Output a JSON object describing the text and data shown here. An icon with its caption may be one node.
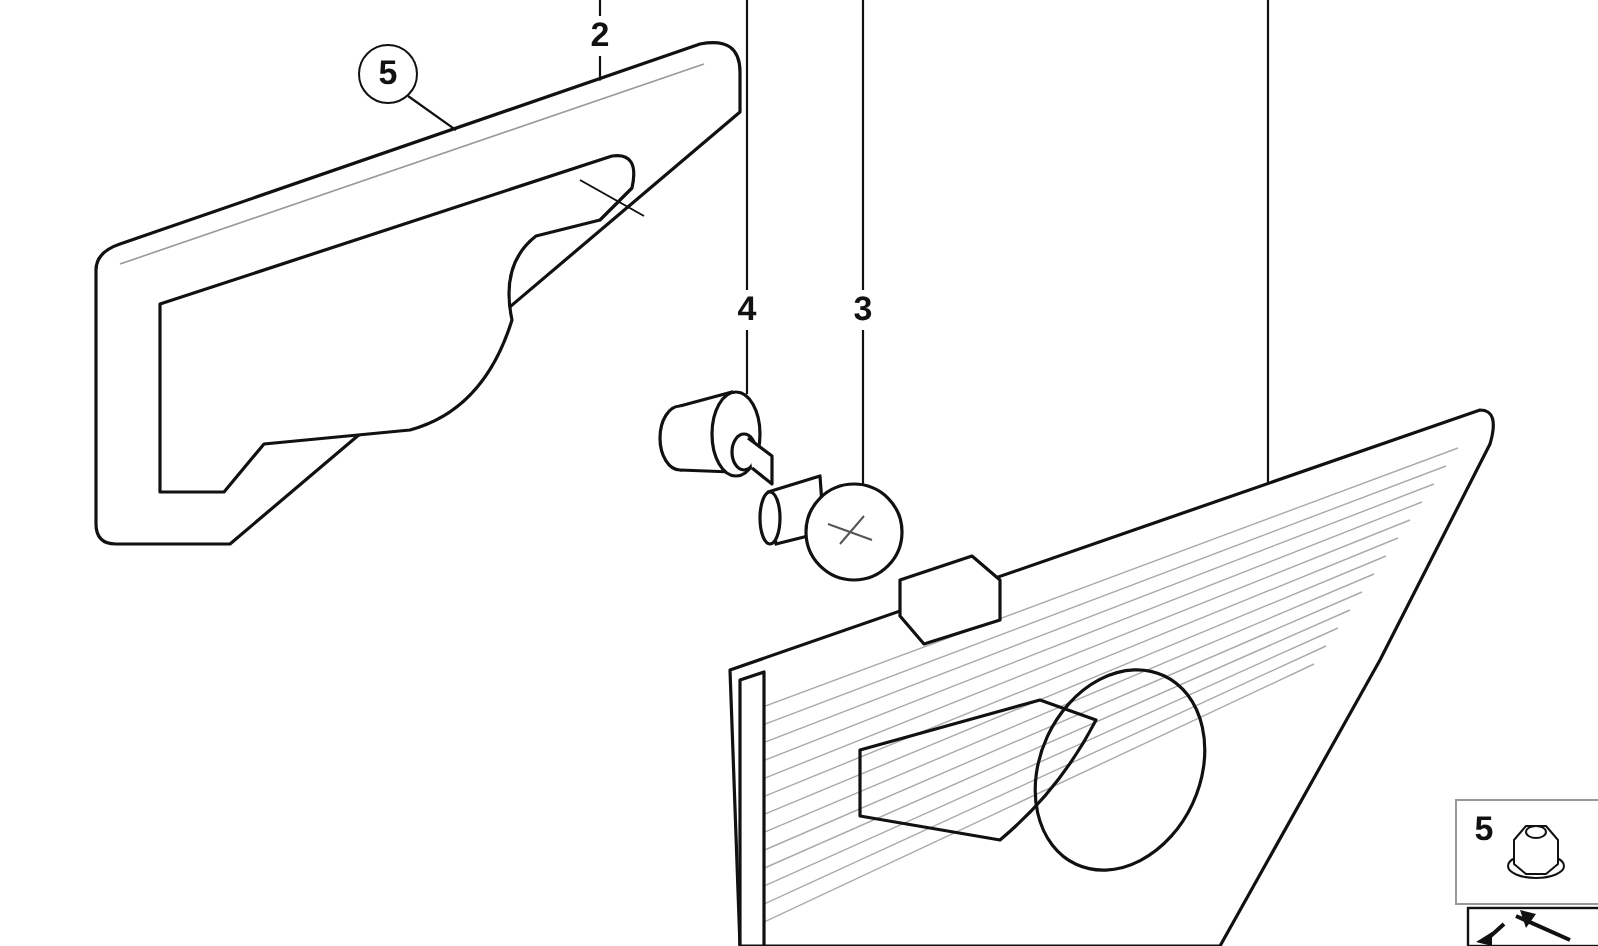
{
  "diagram": {
    "nodes": [
      {
        "text": [
          "5"
        ]
      },
      {
        "text": [
          "2"
        ]
      },
      {
        "text": [],
        "shape": "picture"
      },
      {
        "text": [
          "4"
        ]
      },
      {
        "text": [],
        "shape": "picture"
      },
      {
        "text": [
          "3"
        ]
      },
      {
        "text": [],
        "shape": "picture"
      },
      {
        "text": [],
        "shape": "picture"
      }
    ],
    "edges": [
      {
        "from": 0,
        "to": 2,
        "arrow": "none"
      },
      {
        "from": null,
        "to": 1,
        "arrow": "none"
      },
      {
        "from": 1,
        "to": 2,
        "arrow": "none"
      },
      {
        "from": null,
        "to": 3,
        "arrow": "none"
      },
      {
        "from": 3,
        "to": 4,
        "arrow": "none"
      },
      {
        "from": null,
        "to": 5,
        "arrow": "none"
      },
      {
        "from": 5,
        "to": 6,
        "arrow": "none"
      },
      {
        "from": null,
        "to": 7,
        "arrow": "none"
      }
    ],
    "labels": [
      "5"
    ]
  }
}
